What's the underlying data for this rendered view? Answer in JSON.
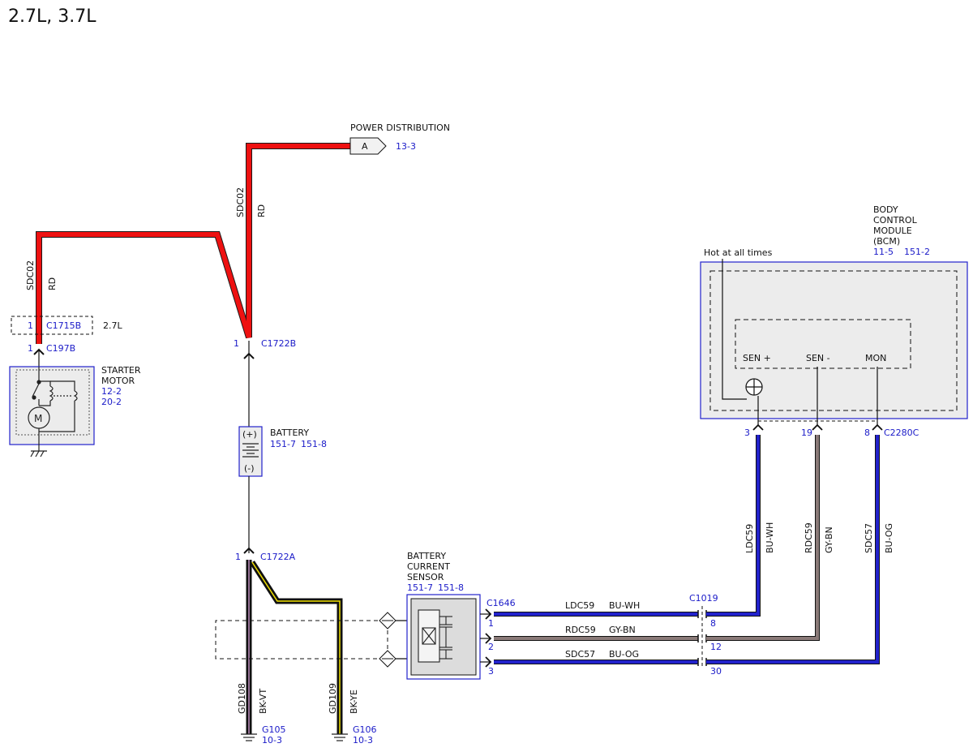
{
  "title": "2.7L, 3.7L",
  "colors": {
    "red_wire": "#ee1111",
    "blue_wire": "#2222cc",
    "gray_brown_wire": "#8a7a78",
    "reference_blue": "#1a1ac8",
    "module_fill": "#ececec",
    "yellow_stripe": "#f0e000",
    "violet_stripe": "#c090c0"
  },
  "components": {
    "power_distribution": {
      "name": "POWER DISTRIBUTION",
      "pin": "A",
      "ref": "13-3"
    },
    "starter_motor": {
      "name_line1": "STARTER",
      "name_line2": "MOTOR",
      "ref1": "12-2",
      "ref2": "20-2",
      "icon": "motor-solenoid-icon"
    },
    "battery": {
      "name": "BATTERY",
      "ref1": "151-7",
      "ref2": "151-8",
      "plus": "(+)",
      "minus": "(-)",
      "icon": "battery-cells-icon"
    },
    "battery_current_sensor": {
      "line1": "BATTERY",
      "line2": "CURRENT",
      "line3": "SENSOR",
      "ref1": "151-7",
      "ref2": "151-8",
      "icon": "current-sensor-icon"
    },
    "bcm": {
      "line1": "BODY",
      "line2": "CONTROL",
      "line3": "MODULE",
      "line4": "(BCM)",
      "ref1": "11-5",
      "ref2": "151-2",
      "hot_note": "Hot at all times",
      "pins": {
        "sen_plus": "SEN +",
        "sen_minus": "SEN -",
        "mon": "MON"
      }
    }
  },
  "connectors": {
    "c1715b": {
      "pin": "1",
      "name": "C1715B",
      "note": "2.7L"
    },
    "c197b": {
      "pin": "1",
      "name": "C197B"
    },
    "c1722b": {
      "pin": "1",
      "name": "C1722B"
    },
    "c1722a": {
      "pin": "1",
      "name": "C1722A"
    },
    "c1646": {
      "name": "C1646",
      "pins": [
        "1",
        "2",
        "3"
      ]
    },
    "c1019": {
      "name": "C1019",
      "pins": [
        "8",
        "12",
        "30"
      ]
    },
    "c2280c": {
      "name": "C2280C",
      "pins": [
        "3",
        "19",
        "8"
      ]
    }
  },
  "wires": {
    "sdc02": {
      "circuit": "SDC02",
      "color": "RD"
    },
    "ldc59": {
      "circuit": "LDC59",
      "color": "BU-WH"
    },
    "rdc59": {
      "circuit": "RDC59",
      "color": "GY-BN"
    },
    "sdc57": {
      "circuit": "SDC57",
      "color": "BU-OG"
    },
    "gd108": {
      "circuit": "GD108",
      "color": "BK-VT"
    },
    "gd109": {
      "circuit": "GD109",
      "color": "BK-YE"
    }
  },
  "grounds": {
    "g105": {
      "name": "G105",
      "ref": "10-3"
    },
    "g106": {
      "name": "G106",
      "ref": "10-3"
    }
  }
}
